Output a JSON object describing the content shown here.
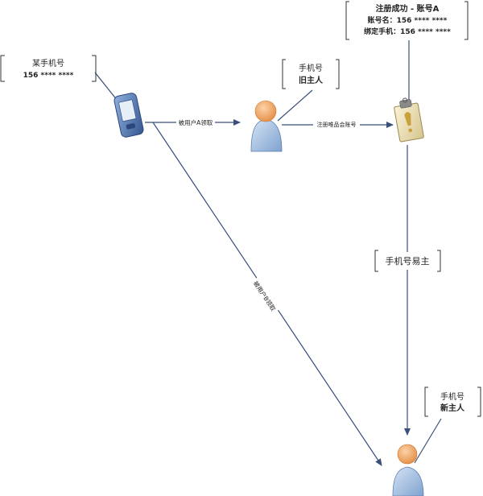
{
  "callouts": {
    "phone_number": {
      "line1": "某手机号",
      "line2": "156 **** ****"
    },
    "old_owner": {
      "line1": "手机号",
      "line2": "旧主人"
    },
    "new_owner": {
      "line1": "手机号",
      "line2": "新主人"
    },
    "registration": {
      "line1": "注册成功 - 账号A",
      "line2": "账号名：156 **** ****",
      "line3": "绑定手机：156 **** ****"
    },
    "owner_change": "手机号易主"
  },
  "edges": {
    "taken_by_a": "被用户A领取",
    "register_member": "注册唯品会账号",
    "taken_by_b": "被用户B领取"
  },
  "colors": {
    "line": "#3a4f7a",
    "bracket": "#333333",
    "person_body": "#a8c4e6",
    "person_head": "#f2b27a",
    "phone_body": "#5b80b8",
    "clipboard": "#e9dcb4",
    "clipboard_mark": "#c9a13a"
  },
  "icons": {
    "phone": "mobile-phone-icon",
    "person": "person-icon",
    "clipboard": "clipboard-icon"
  }
}
